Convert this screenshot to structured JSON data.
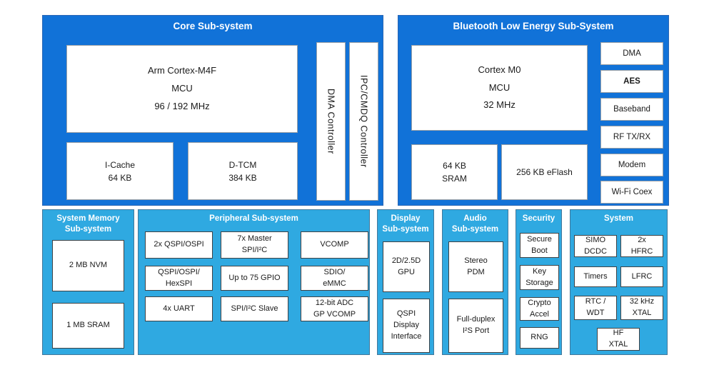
{
  "colors": {
    "core_panel_blue": "#1172d8",
    "bottom_panel_blue": "#2fa9e1",
    "block_fill": "#ffffff",
    "title_text": "#ffffff",
    "block_text": "#1a1a1a"
  },
  "core": {
    "title": "Core Sub-system",
    "mcu_label": "Arm Cortex-M4F\nMCU\n96 / 192 MHz",
    "icache_label": "I-Cache\n64 KB",
    "dtcm_label": "D-TCM\n384 KB",
    "dma_controller_label": "DMA Controller",
    "ipc_controller_label": "IPC/CMDQ Controller"
  },
  "ble": {
    "title": "Bluetooth Low Energy Sub-System",
    "mcu_label": "Cortex M0\nMCU\n32 MHz",
    "sram_label": "64 KB\nSRAM",
    "eflash_label": "256 KB eFlash",
    "blocks": [
      "DMA",
      "AES",
      "Baseband",
      "RF TX/RX",
      "Modem",
      "Wi-Fi Coex"
    ]
  },
  "system_memory": {
    "title": "System Memory\nSub-system",
    "blocks": [
      "2 MB NVM",
      "1 MB SRAM"
    ]
  },
  "peripheral": {
    "title": "Peripheral Sub-system",
    "blocks": [
      "2x QSPI/OSPI",
      "7x Master\nSPI/I²C",
      "VCOMP",
      "QSPI/OSPI/\nHexSPI",
      "Up to 75 GPIO",
      "SDIO/\neMMC",
      "4x UART",
      "SPI/I²C Slave",
      "12-bit ADC\nGP VCOMP"
    ]
  },
  "display": {
    "title": "Display\nSub-system",
    "blocks": [
      "2D/2.5D\nGPU",
      "QSPI\nDisplay\nInterface"
    ]
  },
  "audio": {
    "title": "Audio\nSub-system",
    "blocks": [
      "Stereo\nPDM",
      "Full-duplex\nI²S Port"
    ]
  },
  "security": {
    "title": "Security",
    "blocks": [
      "Secure\nBoot",
      "Key\nStorage",
      "Crypto\nAccel",
      "RNG"
    ]
  },
  "system": {
    "title": "System",
    "blocks": [
      "SIMO\nDCDC",
      "2x\nHFRC",
      "Timers",
      "LFRC",
      "RTC /\nWDT",
      "32 kHz\nXTAL",
      "HF\nXTAL"
    ]
  }
}
